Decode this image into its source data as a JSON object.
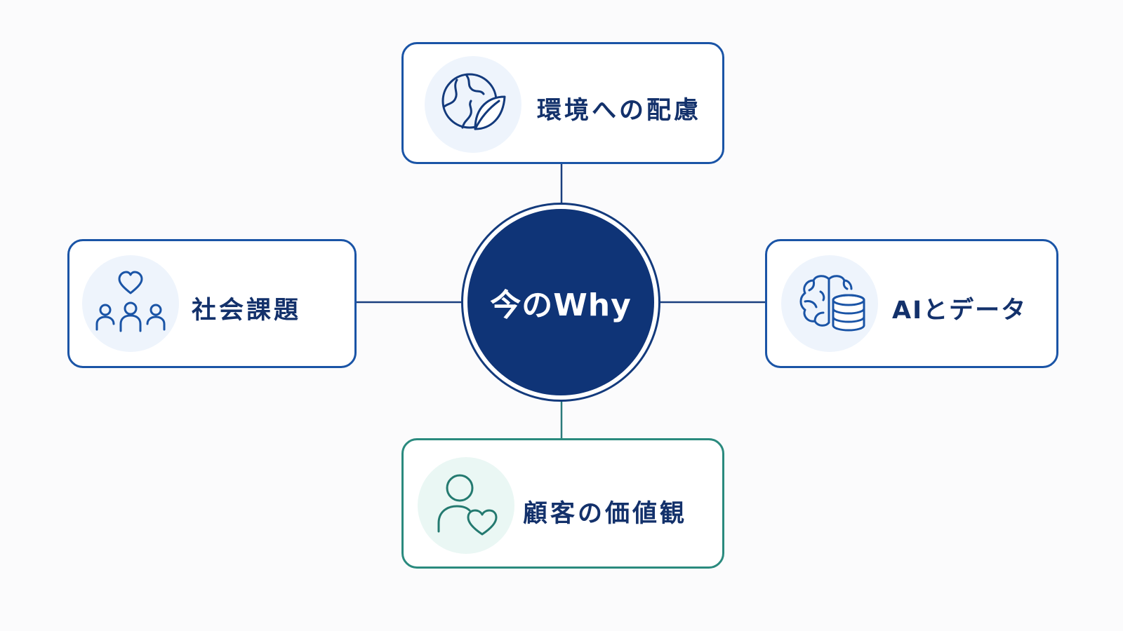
{
  "hub": {
    "label": "今のWhy"
  },
  "nodes": {
    "top": {
      "label": "環境への配慮",
      "icon": "globe-leaf-icon"
    },
    "left": {
      "label": "社会課題",
      "icon": "people-heart-icon"
    },
    "right": {
      "label": "AIとデータ",
      "icon": "brain-database-icon"
    },
    "bottom": {
      "label": "顧客の価値観",
      "icon": "person-heart-icon"
    }
  },
  "colors": {
    "primary": "#0f3477",
    "card_border_blue": "#1a54a6",
    "card_border_teal": "#2a8a7e",
    "text": "#13316b",
    "icon_bg_blue": "#eef4fc",
    "icon_bg_teal": "#eaf7f4"
  }
}
